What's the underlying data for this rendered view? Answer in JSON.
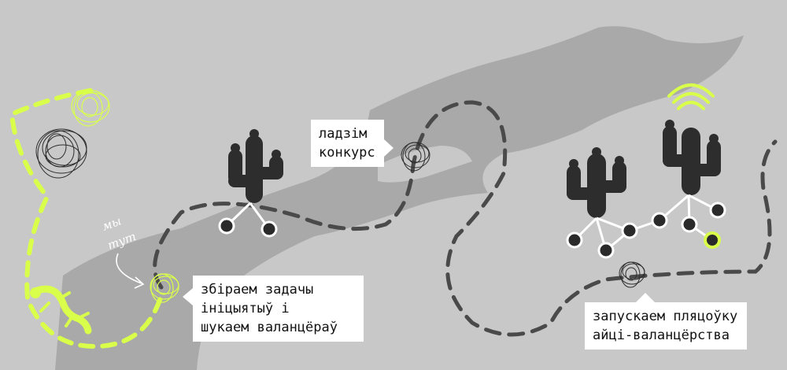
{
  "colors": {
    "background": "#c8c8c8",
    "landmass": "#a9a9a9",
    "path": "#4a4a4a",
    "accent": "#d9ff4a",
    "dark": "#2d2d2d",
    "node_fill": "#2a2a2a",
    "label_bg": "#ffffff"
  },
  "here_note": {
    "line1": "мы",
    "line2": "тут"
  },
  "callouts": {
    "step1": {
      "lines": [
        "збіраем задачы",
        "ініцыятыў і",
        "шукаем валанцёраў"
      ]
    },
    "step2": {
      "lines": [
        "ладзім",
        "конкурс"
      ]
    },
    "step3": {
      "lines": [
        "запускаем пляцоўку",
        "айці-валанцёрства"
      ]
    }
  },
  "icons": {
    "mascot": "lizard-icon",
    "cactus": "cactus-icon",
    "signal": "wifi-signal-icon",
    "scribble": "scribble-dot-icon"
  }
}
